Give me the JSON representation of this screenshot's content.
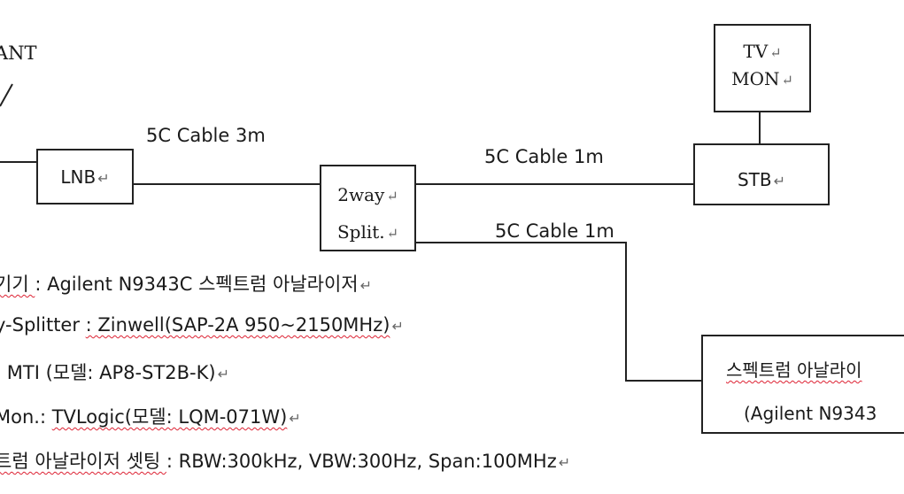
{
  "diagram": {
    "ant_label": "ANT",
    "boxes": {
      "lnb": {
        "label": "LNB"
      },
      "splitter": {
        "line1": "2way",
        "line2": "Split."
      },
      "tv": {
        "line1": "TV",
        "line2": "MON"
      },
      "stb": {
        "label": "STB"
      },
      "analyzer": {
        "line1": "스펙트럼 아날라이",
        "line2": "(Agilent N9343"
      }
    },
    "cables": {
      "lnb_to_splitter": "5C Cable 3m",
      "splitter_to_stb": "5C Cable 1m",
      "splitter_to_analyzer": "5C Cable 1m"
    },
    "return_mark": "↵"
  },
  "specs": [
    {
      "prefix": "기기 ",
      "text": ": Agilent N9343C 스펙트럼 아날라이저"
    },
    {
      "prefix": "y-Splitter ",
      "text": ": Zinwell(SAP-2A  950~2150MHz)"
    },
    {
      "prefix": "",
      "text": ": MTI (모델: AP8-ST2B-K)"
    },
    {
      "prefix": "Mon.: ",
      "text": "TVLogic(모델: LQM-071W)"
    },
    {
      "prefix": "트럼 아날라이저 셋팅 ",
      "text": ": RBW:300kHz, VBW:300Hz, Span:100MHz"
    }
  ]
}
